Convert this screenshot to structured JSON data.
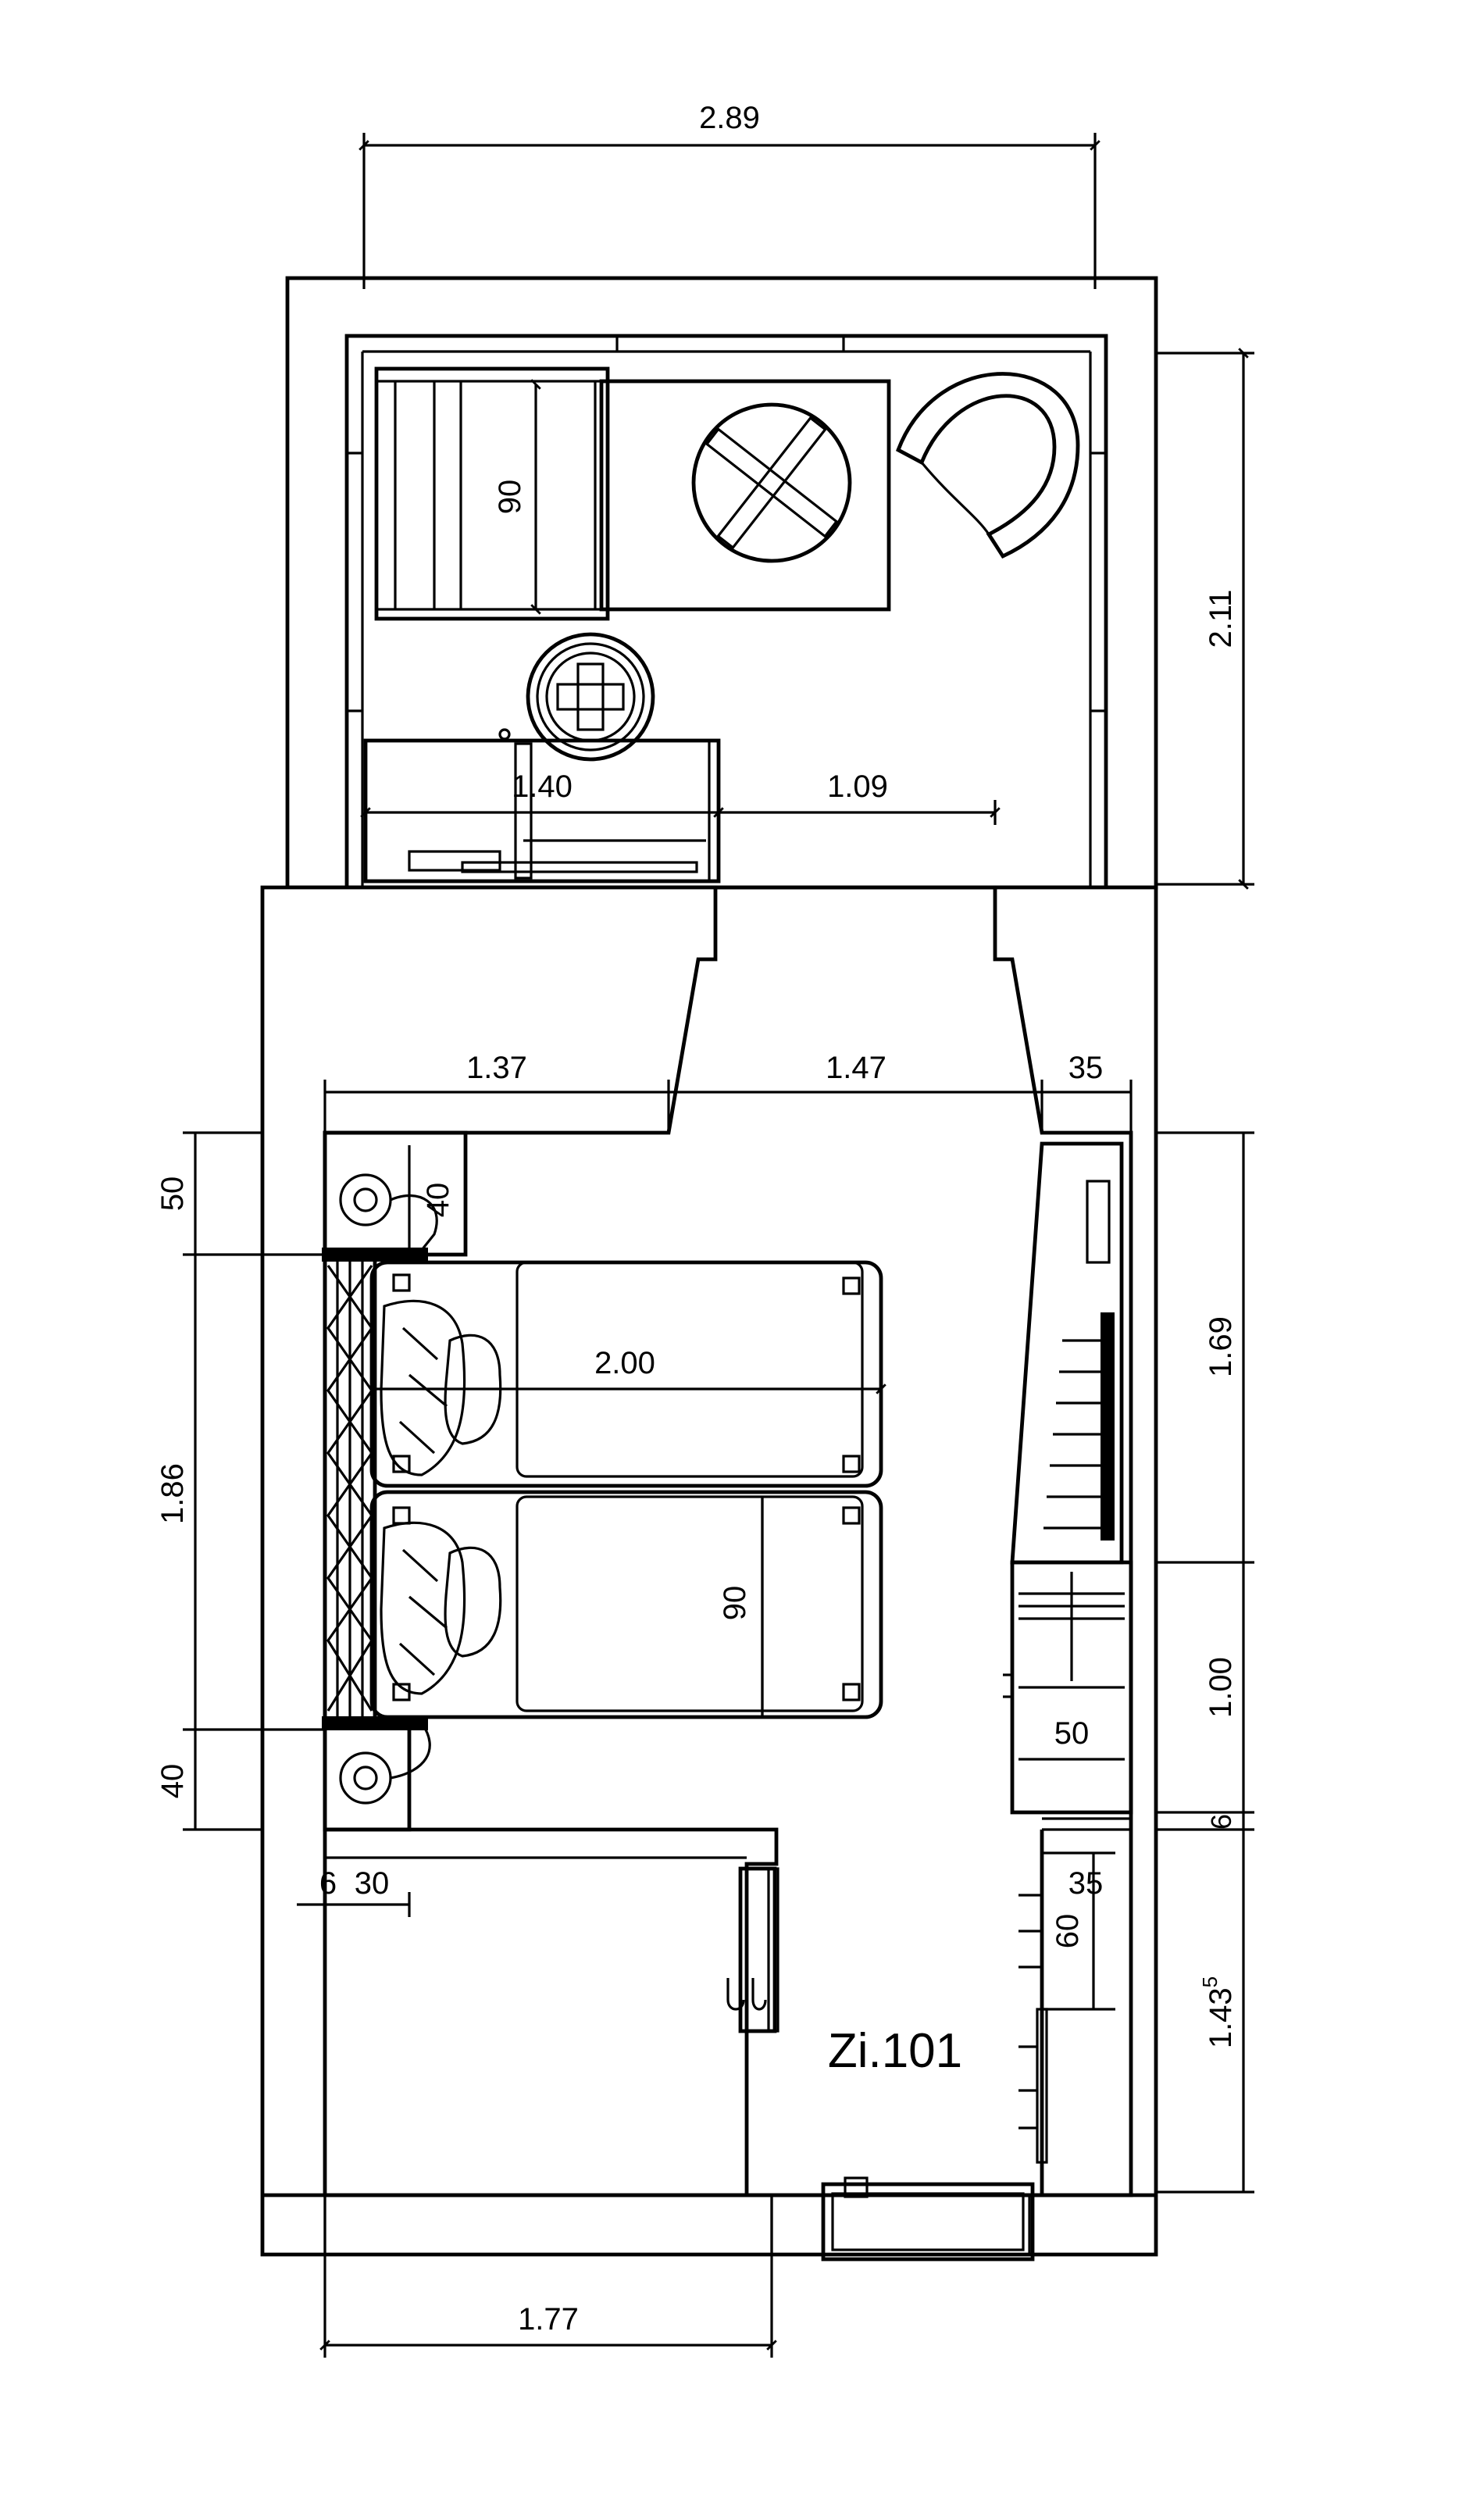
{
  "room": {
    "label": "Zi.101"
  },
  "dimensions": {
    "balcony_width": "2.89",
    "balcony_depth": "2.11",
    "lounger_width": "90",
    "balcony_inner_a": "1.40",
    "balcony_inner_b": "1.09",
    "room_width_a": "1.37",
    "room_width_b": "1.47",
    "wardrobe_depth_top": "35",
    "nightstand_top": "50",
    "nightstand_top_inner": "40",
    "bed_width_total": "1.86",
    "nightstand_bottom": "40",
    "bed_length": "2.00",
    "single_bed_width": "90",
    "right_top": "1.69",
    "right_mid": "1.00",
    "shelf_width": "50",
    "right_gap": "6",
    "right_bottom_main": "1.43",
    "right_bottom_sup": "5",
    "wall_offset_a": "6",
    "wall_offset_b": "30",
    "niche_depth": "35",
    "niche_height": "60",
    "bath_width": "1.77"
  },
  "colors": {
    "line": "#000000",
    "background": "#ffffff"
  }
}
